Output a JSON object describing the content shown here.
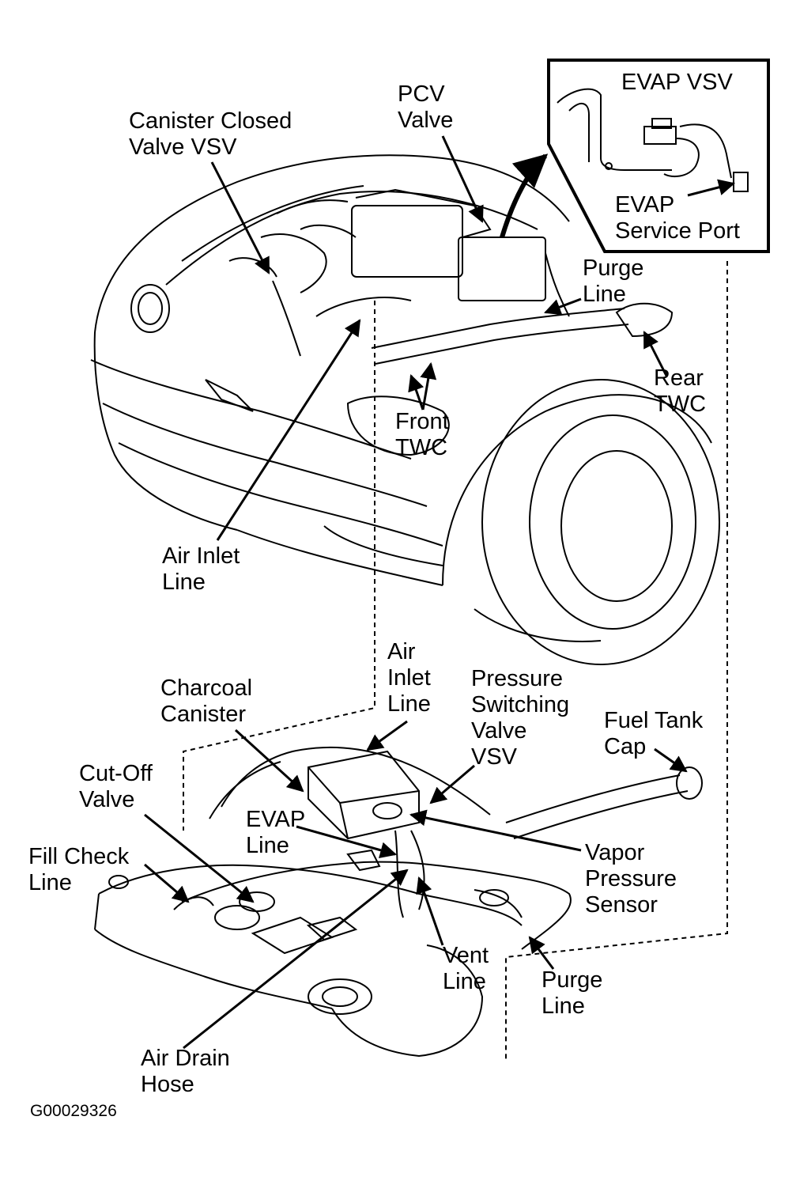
{
  "figure_code": "G00029326",
  "colors": {
    "ink": "#000000",
    "paper": "#ffffff"
  },
  "labels": {
    "canister_closed_valve_vsv": [
      "Canister Closed",
      "Valve VSV"
    ],
    "pcv_valve": [
      "PCV",
      "Valve"
    ],
    "evap_vsv": "EVAP VSV",
    "evap_service_port": [
      "EVAP",
      "Service Port"
    ],
    "purge_line_top": [
      "Purge",
      "Line"
    ],
    "rear_twc": [
      "Rear",
      "TWC"
    ],
    "front_twc": [
      "Front",
      "TWC"
    ],
    "air_inlet_line_top": [
      "Air Inlet",
      "Line"
    ],
    "air_inlet_line_bottom": [
      "Air",
      "Inlet",
      "Line"
    ],
    "charcoal_canister": [
      "Charcoal",
      "Canister"
    ],
    "pressure_switching_valve_vsv": [
      "Pressure",
      "Switching",
      "Valve",
      "VSV"
    ],
    "fuel_tank_cap": [
      "Fuel Tank",
      "Cap"
    ],
    "cut_off_valve": [
      "Cut-Off",
      "Valve"
    ],
    "evap_line": [
      "EVAP",
      "Line"
    ],
    "fill_check_line": [
      "Fill Check",
      "Line"
    ],
    "vapor_pressure_sensor": [
      "Vapor",
      "Pressure",
      "Sensor"
    ],
    "vent_line": [
      "Vent",
      "Line"
    ],
    "purge_line_bottom": [
      "Purge",
      "Line"
    ],
    "air_drain_hose": [
      "Air Drain",
      "Hose"
    ]
  }
}
